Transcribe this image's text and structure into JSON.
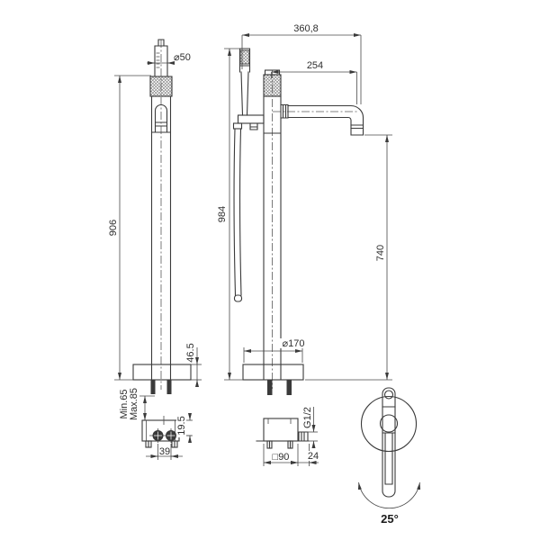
{
  "background": "#ffffff",
  "colors": {
    "line": "#3a3a3a",
    "dimension": "#4a4a4a",
    "text": "#2f2f2f"
  },
  "front_view": {
    "height": "906",
    "handshower_diameter": "⌀50",
    "base_height": "46.5",
    "anchor_min": "Min.65",
    "anchor_max": "Max.85"
  },
  "side_view": {
    "total_height": "984",
    "total_depth": "360,8",
    "spout_reach": "254",
    "spout_outlet_height": "740",
    "base_diameter": "⌀170"
  },
  "anchor_bottom_view": {
    "stud_spacing": "39",
    "stud_offset": "19.5"
  },
  "floor_fixing_view": {
    "thread": "G1/2",
    "plate_size": "□90",
    "side_offset": "24"
  },
  "top_view": {
    "swivel_angle": "25°"
  }
}
